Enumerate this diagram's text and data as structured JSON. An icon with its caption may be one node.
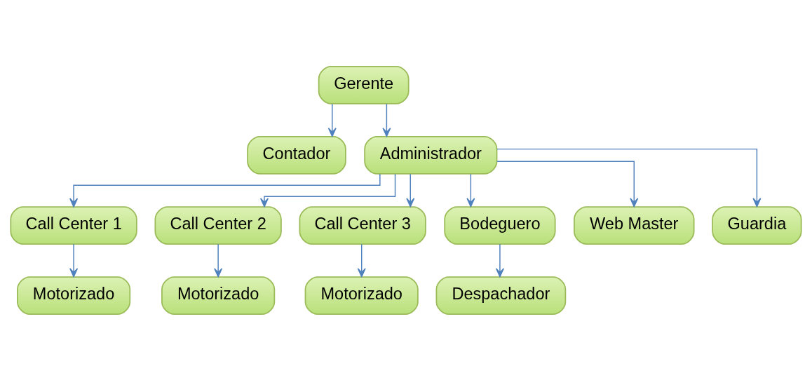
{
  "diagram": {
    "nodes": [
      {
        "text": [
          "Gerente"
        ]
      },
      {
        "text": [
          "Contador"
        ]
      },
      {
        "text": [
          "Administrador"
        ]
      },
      {
        "text": [
          "Call Center 1"
        ]
      },
      {
        "text": [
          "Call Center 2"
        ]
      },
      {
        "text": [
          "Call Center 3"
        ]
      },
      {
        "text": [
          "Bodeguero"
        ]
      },
      {
        "text": [
          "Web Master"
        ]
      },
      {
        "text": [
          "Guardia"
        ]
      },
      {
        "text": [
          "Motorizado"
        ]
      },
      {
        "text": [
          "Motorizado"
        ]
      },
      {
        "text": [
          "Motorizado"
        ]
      },
      {
        "text": [
          "Despachador"
        ]
      }
    ],
    "edges": [
      {
        "from": 0,
        "to": 2,
        "arrow": "to"
      },
      {
        "from": 0,
        "to": 1,
        "arrow": "to"
      },
      {
        "from": 2,
        "to": 3,
        "arrow": "to"
      },
      {
        "from": 2,
        "to": 4,
        "arrow": "to"
      },
      {
        "from": 2,
        "to": 5,
        "arrow": "to"
      },
      {
        "from": 2,
        "to": 6,
        "arrow": "to"
      },
      {
        "from": 2,
        "to": 7,
        "arrow": "to"
      },
      {
        "from": 2,
        "to": 8,
        "arrow": "to"
      },
      {
        "from": 3,
        "to": 9,
        "arrow": "to"
      },
      {
        "from": 4,
        "to": 10,
        "arrow": "to"
      },
      {
        "from": 5,
        "to": 11,
        "arrow": "to"
      },
      {
        "from": 6,
        "to": 12,
        "arrow": "to"
      }
    ]
  }
}
